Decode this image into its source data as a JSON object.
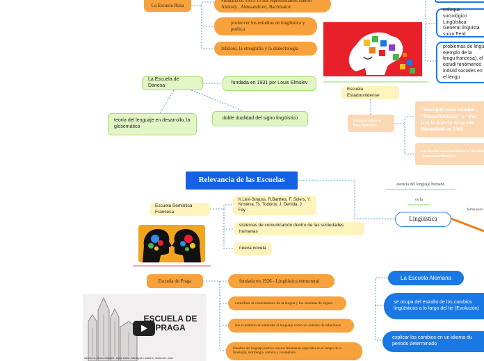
{
  "title": "Relevancia de las Escuelas",
  "escuela_rusa": {
    "label": "La Escuela Rusa",
    "items": [
      "Fundada en 1914-15 sus representantes fueron Alekséy , Aleksandrovi, Bachmatov",
      "promover los estudios de lingüística y poética",
      "folklore, la etnografía y la dialectología"
    ]
  },
  "escuela_danesa": {
    "label": "La Escuela de Danesa",
    "founded": "fundada en 1931 por Louis Elmslev",
    "teoria": "teoría del lenguaje en desarrollo, la glosemática",
    "dualidad": "doble dualidad del signo lingüístico"
  },
  "right_column": {
    "item1": "enfoque sociológico Lingüística General lingüista suizo Ferd",
    "item2": "problemas de lingü ejemplo de la lengu francesa), el estudi fenómenos individ sociales en el lengu"
  },
  "escuela_estadounidense": {
    "label": "Escuela Estadounidense",
    "sub": "Estructuralista o Descriptivista",
    "desc1": "\"descriptivismo estadou \"Bloomfieldiano\" o \"Pos tras la muerte de su Ide Bloomfield en 1949.",
    "desc2": "este tipo de estructuralismo se identifica \"gramática filosófica\""
  },
  "linguistica": {
    "label": "Lingüística",
    "esencia": "esencia del lenguaje humano",
    "es_la": "es la",
    "forma": "forma parte"
  },
  "escuela_semiotica": {
    "label": "Escuela Semiótica Francesa",
    "autores": "K.Lévi-Strauss, R.Barthes, F. Solers, Y. Kristeva, Ts. Todorov, J. Derrida, J. Fay",
    "sistemas": "sistemas de comunicación dentro de las sociedades humanas",
    "novela": "nueva novela"
  },
  "escuela_praga": {
    "label": "Escuela de Praga",
    "items": [
      "fundada en 1926 - Lingüística estructural",
      "contribuir al conocimiento de la lengua y los sistemas de signos",
      "fue el primero en entender el lenguaje como un sistema de relaciones",
      "Estudios del lenguaje poético con sus fenómenos especiales en el campo de la fonología, morfología, sintaxis y vocabulario."
    ],
    "image_title": "ESCUELA DE PRAGA",
    "image_caption": "Alumnos: Jesús Morales, Djalo Dario, Marieyra Lucarino, Gutierrez Jose"
  },
  "escuela_alemana": {
    "label": "La Escuela Alemana",
    "item1": "se ocupa del estudio de los cambios lingüísticos a lo largo del tie (Evolución)",
    "item2": "explicar los cambios en un idioma du periodo determinado"
  },
  "colors": {
    "orange": "#f7a23c",
    "blue": "#1a78e5",
    "green_fill": "#e1f6c4",
    "yellow_fill": "#fff3bd",
    "red_image": "#e8202a"
  }
}
